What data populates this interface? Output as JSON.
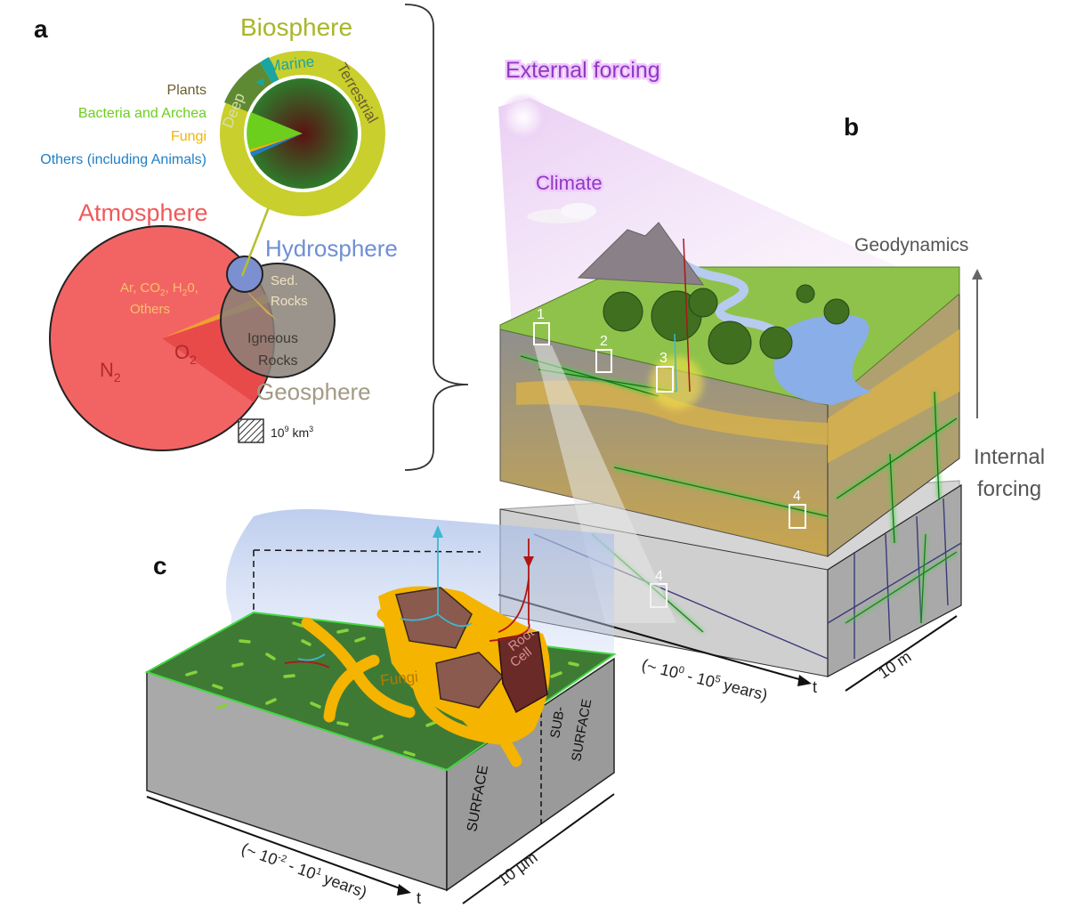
{
  "panels": {
    "a": {
      "letter": "a",
      "biosphere": "Biosphere",
      "marine": "Marine",
      "terrestrial": "Terrestrial",
      "deep": "Deep",
      "legend": {
        "plants": "Plants",
        "bacteria": "Bacteria and Archea",
        "fungi": "Fungi",
        "others": "Others (including Animals)"
      },
      "atmosphere": "Atmosphere",
      "hydrosphere": "Hydrosphere",
      "geosphere": "Geosphere",
      "ar_line1": "Ar, CO",
      "ar_sub": "2",
      "ar_mid": ", H",
      "ar_sub2": "2",
      "ar_end": "0,",
      "others_label": "Others",
      "o2": "O",
      "o2_sub": "2",
      "n2": "N",
      "n2_sub": "2",
      "sed1": "Sed.",
      "sed2": "Rocks",
      "ign1": "Igneous",
      "ign2": "Rocks",
      "scale_base": "10",
      "scale_exp": "9",
      "scale_unit": " km",
      "scale_unit_exp": "3"
    },
    "b": {
      "letter": "b",
      "external_forcing": "External forcing",
      "climate": "Climate",
      "geodynamics": "Geodynamics",
      "internal_forcing_1": "Internal",
      "internal_forcing_2": "forcing",
      "box1": "1",
      "box2": "2",
      "box3": "3",
      "box4a": "4",
      "box4b": "4",
      "time_open": "(~ 10",
      "time_exp1": "0",
      "time_mid": " - 10",
      "time_exp2": "5",
      "time_close": " years)",
      "t": "t",
      "scale": "10 m"
    },
    "c": {
      "letter": "c",
      "fungi": "Fungi",
      "root1": "Root",
      "root2": "Cell",
      "surface": "SURFACE",
      "subsurface1": "SUB-",
      "subsurface2": "SURFACE",
      "time_open": "(~ 10",
      "time_exp1": "-2",
      "time_mid": " - 10",
      "time_exp2": "1",
      "time_close": " years)",
      "t": "t",
      "scale": "10 µm"
    }
  },
  "colors": {
    "biosphere": "#a8b62a",
    "atmosphere": "#f05a5a",
    "hydrosphere": "#6f8fd4",
    "geosphere": "#a39a85",
    "plants": "#6b5d2e",
    "bacteria": "#6ccf1e",
    "fungi": "#f4b400",
    "others": "#1f7fc6",
    "marine": "#1aa5a0",
    "external": "#b44fd6"
  }
}
